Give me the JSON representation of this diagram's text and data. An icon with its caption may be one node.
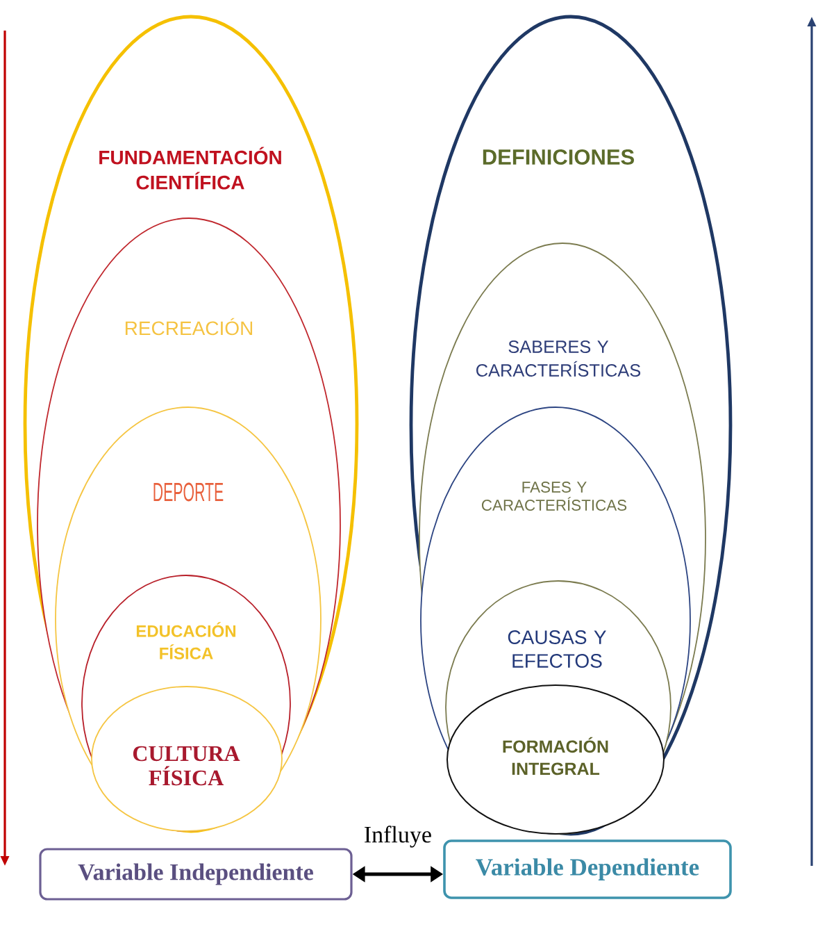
{
  "diagram": {
    "nodes": [
      {
        "text": [
          "FUNDAMENTACIÓN CIENTÍFICA"
        ]
      },
      {
        "text": [
          "RECREACIÓN"
        ],
        "in": 0
      },
      {
        "text": [
          "DEPORTE"
        ],
        "in": 1
      },
      {
        "text": [
          "EDUCACIÓN FÍSICA"
        ],
        "in": 2
      },
      {
        "text": [
          "CULTURA FÍSICA"
        ],
        "in": 3
      },
      {
        "text": [
          "DEFINICIONES"
        ]
      },
      {
        "text": [
          "SABERES Y CARACTERÍSTICAS"
        ],
        "in": 5
      },
      {
        "text": [
          "FASES Y CARACTERÍSTICAS"
        ],
        "in": 6
      },
      {
        "text": [
          "CAUSAS Y EFECTOS"
        ],
        "in": 7
      },
      {
        "text": [
          "FORMACIÓN INTEGRAL"
        ],
        "in": 8
      },
      {
        "text": [
          "Variable Independiente"
        ]
      },
      {
        "text": [
          "Variable Dependiente"
        ]
      }
    ],
    "edges": [
      {
        "from": 10,
        "to": 11,
        "arrow": "both",
        "label": "Influye"
      }
    ]
  }
}
